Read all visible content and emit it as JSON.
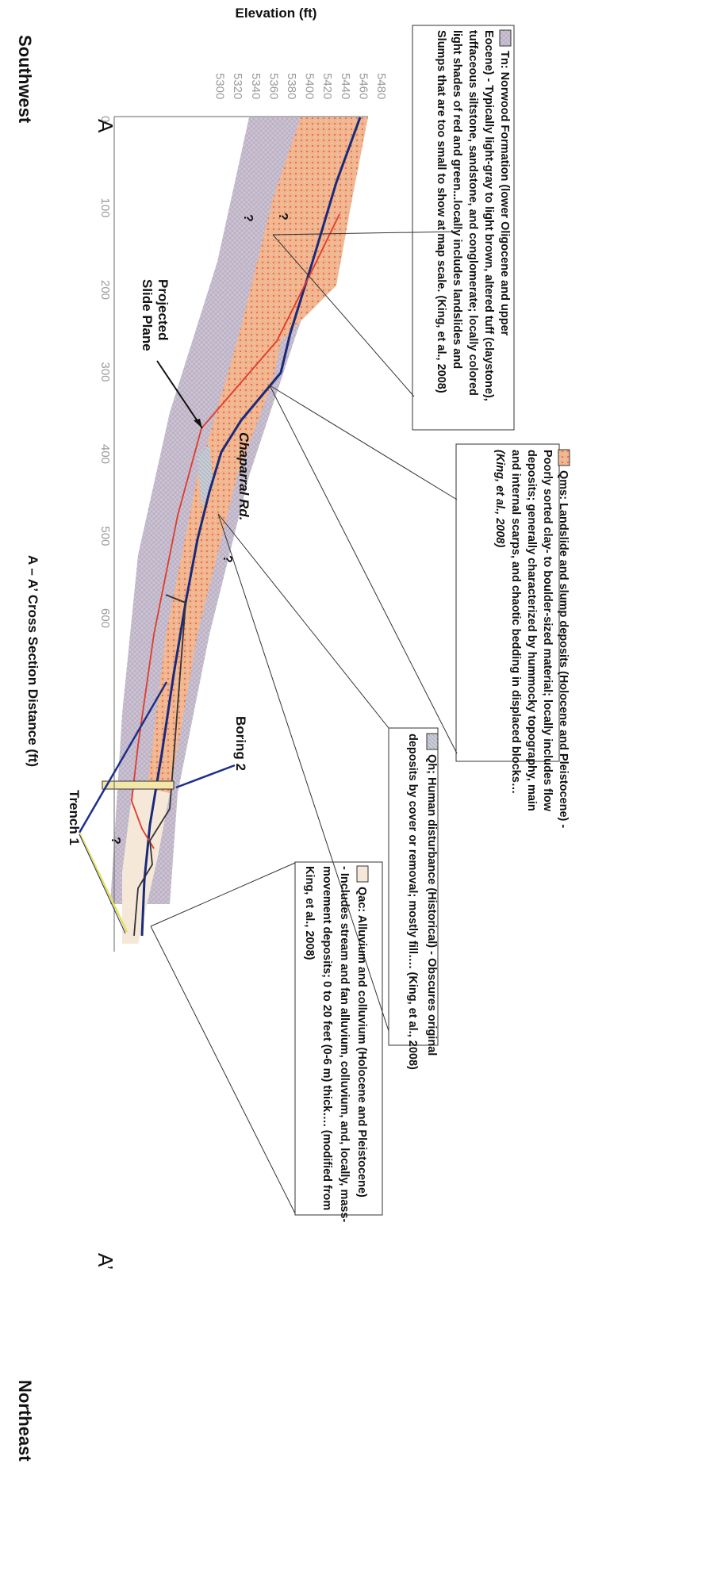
{
  "letters": {
    "a": "A",
    "a_prime": "A’"
  },
  "directions": {
    "southwest": "Southwest",
    "northeast": "Northeast"
  },
  "axes": {
    "y_title": "Elevation (ft)",
    "x_title": "A – A’ Cross Section Distance (ft)",
    "y_ticks": [
      "5480",
      "5460",
      "5440",
      "5420",
      "5400",
      "5380",
      "5360",
      "5340",
      "5320",
      "5300"
    ],
    "x_ticks": [
      "0",
      "100",
      "200",
      "300",
      "400",
      "500",
      "600"
    ]
  },
  "labels": {
    "chaparral": "Chaparral Rd.",
    "slide_plane_1": "Projected",
    "slide_plane_2": "Slide Plane",
    "boring": "Boring 2",
    "trench": "Trench 1",
    "q": "?"
  },
  "legend": {
    "tn": [
      "Tn: Norwood Formation (lower Oligocene and upper",
      "Eocene) - Typically light-gray to light brown, altered tuff (claystone),",
      "tuffaceous siltstone, sandstone, and conglomerate; locally colored",
      "light shades of red and green...locally includes landslides and",
      "Slumps that are too small to show at map scale.  (King, et al., 2008)"
    ],
    "qms": [
      "Qms: Landslide and slump deposits (Holocene and Pleistocene) -",
      "Poorly sorted clay- to boulder-sized material; locally includes flow",
      "deposits; generally characterized by hummocky topography, main",
      "and internal scarps, and chaotic bedding in displaced blocks…",
      "(King, et al., 2008)"
    ],
    "qh": [
      "Qh; Human disturbance (Historical) - Obscures original",
      "deposits by cover or removal; mostly fill…. (King, et al., 2008)"
    ],
    "qac": [
      "Qac: Alluvium and colluvium (Holocene and Pleistocene)",
      "- Includes stream and fan alluvium, colluvium, and, locally, mass-",
      "movement deposits; 0 to 20 feet (0-6 m) thick…. (modified from",
      "King, et al., 2008)"
    ]
  },
  "colors": {
    "qms": "#f2b58c",
    "qms_dots": "#e06c55",
    "tn": "#c9c0d0",
    "qh": "#c6ccd4",
    "qac": "#f5e8d9",
    "surface": "#1a2a7a",
    "slide_plane": "#e03a2a",
    "arrow": "#1e2f8a",
    "arrow_yellow": "#e8e04a"
  }
}
